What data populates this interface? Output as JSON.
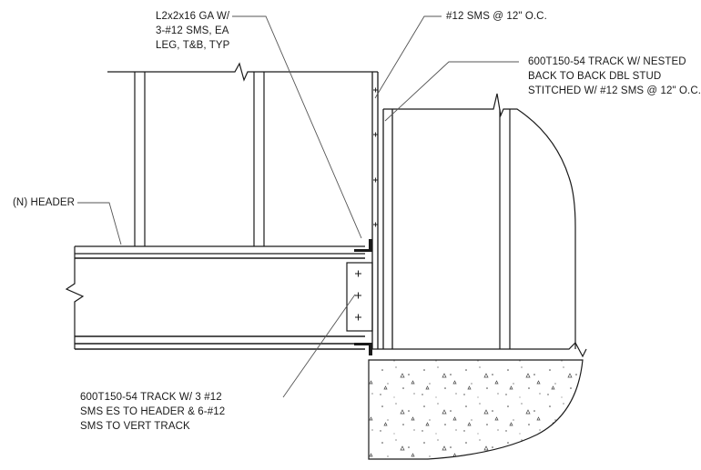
{
  "notes": {
    "angle_clip": [
      "L2x2x16 GA W/",
      "3-#12 SMS, EA",
      "LEG, T&B, TYP"
    ],
    "sms_spacing": [
      "#12 SMS @ 12\" O.C."
    ],
    "track_nested": [
      "600T150-54 TRACK W/ NESTED",
      "BACK TO BACK DBL STUD",
      "STITCHED W/ #12 SMS @ 12\" O.C."
    ],
    "header": [
      "(N) HEADER"
    ],
    "track_header": [
      "600T150-54 TRACK W/ 3 #12",
      "SMS ES TO HEADER & 6-#12",
      "SMS TO VERT TRACK"
    ]
  },
  "colors": {
    "line": "#1a1a1a",
    "leader": "#555555",
    "background": "#ffffff"
  }
}
